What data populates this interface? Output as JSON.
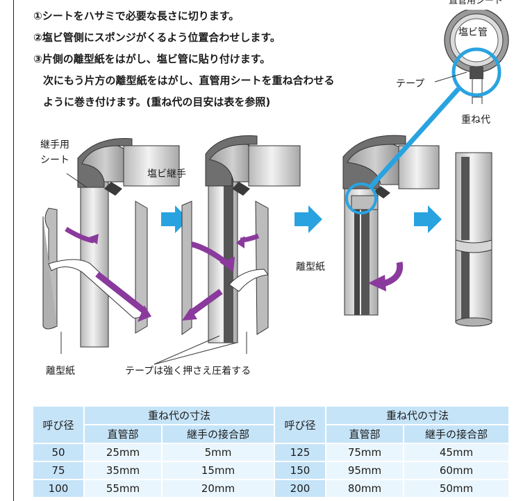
{
  "steps": [
    "①シートをハサミで必要な長さに切ります。",
    "②塩ビ管側にスポンジがくるよう位置合わせします。",
    "③片側の離型紙をはがし、塩ビ管に貼り付けます。",
    "次にもう片方の離型紙をはがし、直管用シートを重ね合わせる",
    "ように巻き付けます。(重ね代の目安は表を参照)"
  ],
  "labels": {
    "straight_sheet": "直管用シート",
    "pvc_pipe": "塩ビ管",
    "tape": "テープ",
    "overlap": "重ね代",
    "fitting_sheet": "継手用\nシート",
    "fitting_sheet_1": "継手用",
    "fitting_sheet_2": "シート",
    "pvc_fitting": "塩ビ継手",
    "release_paper_mid": "離型紙",
    "release_paper_bottom": "離型紙",
    "tape_note": "テープは強く押さえ圧着する"
  },
  "table": {
    "nominal_header": "呼び径",
    "group_header": "重ね代の寸法",
    "col_straight": "直管部",
    "col_joint": "継手の接合部",
    "left_rows": [
      {
        "size": "50",
        "straight": "25mm",
        "joint": "5mm"
      },
      {
        "size": "75",
        "straight": "35mm",
        "joint": "15mm"
      },
      {
        "size": "100",
        "straight": "55mm",
        "joint": "20mm"
      }
    ],
    "right_rows": [
      {
        "size": "125",
        "straight": "75mm",
        "joint": "45mm"
      },
      {
        "size": "150",
        "straight": "95mm",
        "joint": "60mm"
      },
      {
        "size": "200",
        "straight": "80mm",
        "joint": "50mm"
      }
    ]
  },
  "colors": {
    "arrow_purple": "#8a3a9c",
    "arrow_blue": "#29a3e0",
    "sheet_dark": "#4d4d4d",
    "pipe_gray": "#c8c8c8",
    "table_header": "#c6e4f8",
    "table_cell": "#eaf6fd"
  }
}
